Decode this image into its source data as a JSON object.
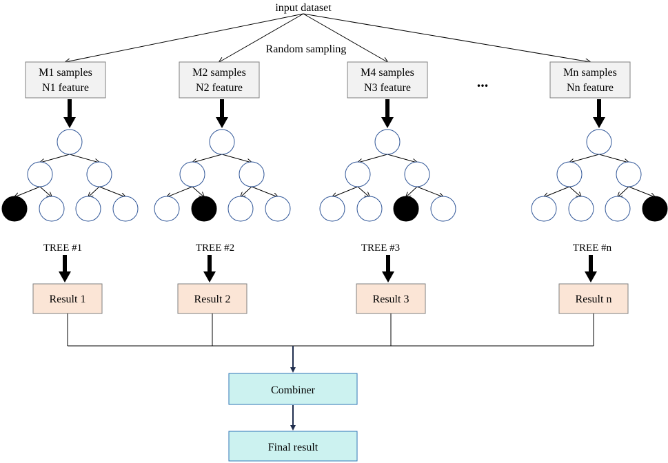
{
  "top": {
    "title": "input dataset",
    "sampling_label": "Random sampling"
  },
  "ellipsis": "...",
  "branches": [
    {
      "line1": "M1 samples",
      "line2": "N1 feature",
      "tree": "TREE #1",
      "result": "Result 1",
      "leaf_filled": 0
    },
    {
      "line1": "M2 samples",
      "line2": "N2 feature",
      "tree": "TREE #2",
      "result": "Result 2",
      "leaf_filled": 1
    },
    {
      "line1": "M4 samples",
      "line2": "N3 feature",
      "tree": "TREE #3",
      "result": "Result 3",
      "leaf_filled": 2
    },
    {
      "line1": "Mn samples",
      "line2": "Nn feature",
      "tree": "TREE #n",
      "result": "Result n",
      "leaf_filled": 3
    }
  ],
  "combiner": "Combiner",
  "final": "Final result",
  "colors": {
    "sample_box_fill": "#f2f2f2",
    "result_box_fill": "#fbe5d6",
    "combiner_fill": "#ccf2f0",
    "node_stroke": "#2f5597",
    "leaf_filled": "#000000",
    "box_stroke": "#7f7f7f"
  }
}
